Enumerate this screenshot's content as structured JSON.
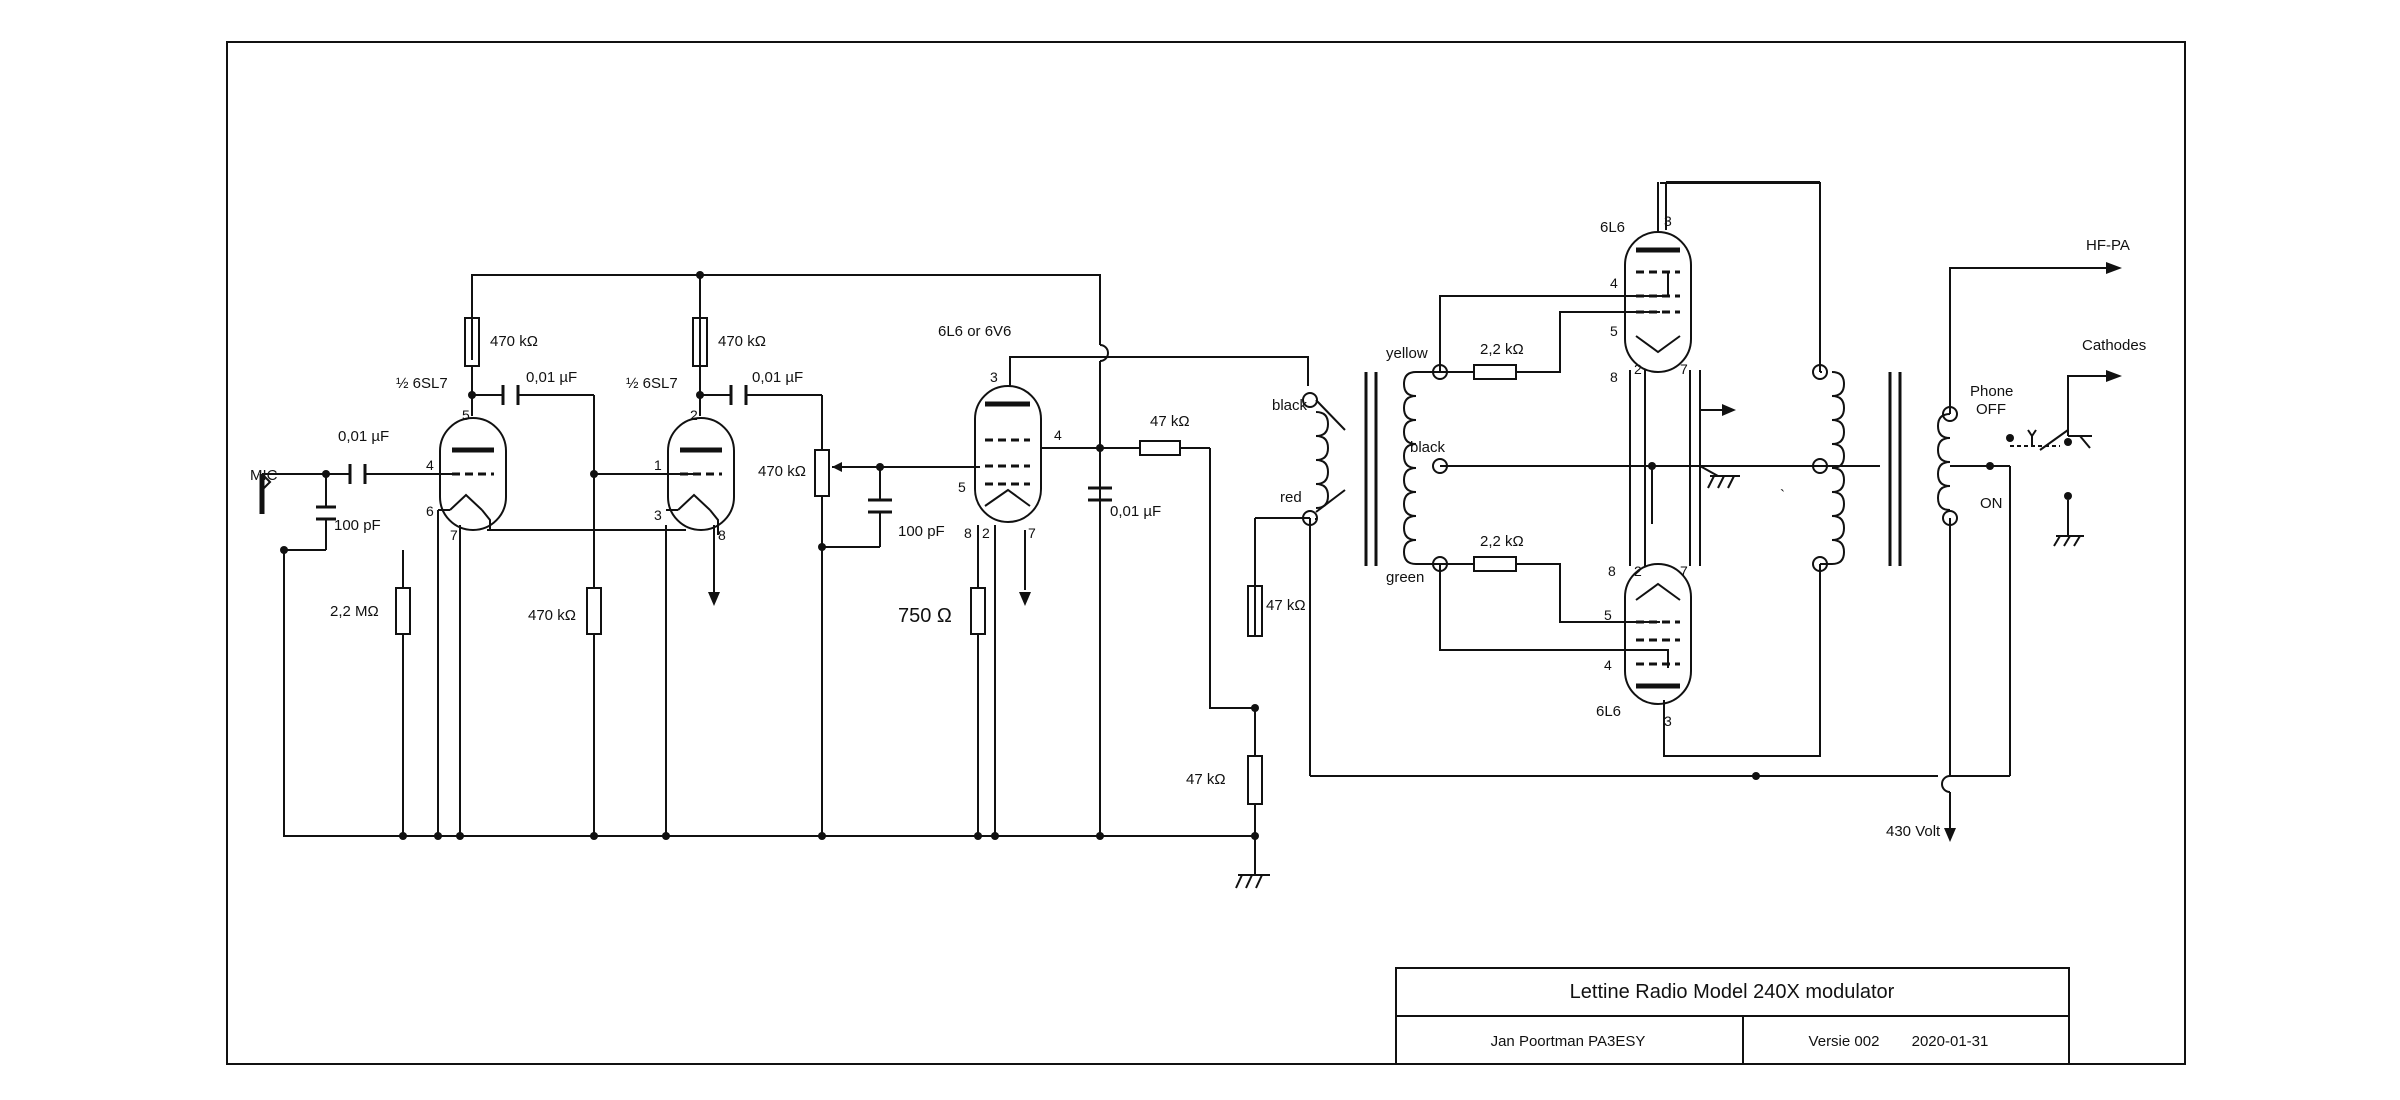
{
  "title_block": {
    "title": "Lettine Radio Model 240X modulator",
    "author": "Jan Poortman PA3ESY",
    "version": "Versie 002",
    "date": "2020-01-31"
  },
  "labels": {
    "mic": "MIC",
    "c_mic_series": "0,01 µF",
    "c_mic_shunt": "100 pF",
    "r_grid1": "2,2 MΩ",
    "r_plate1": "470 kΩ",
    "r_plate2": "470 kΩ",
    "r_grid2": "470 kΩ",
    "c_couple1": "0,01 µF",
    "c_couple2": "0,01 µF",
    "tube1": "½ 6SL7",
    "tube2": "½ 6SL7",
    "pot": "470 kΩ",
    "c_pot": "100 pF",
    "tube3": "6L6 or 6V6",
    "r_cathode3": "750 Ω",
    "r_fb": "47 kΩ",
    "c_plate3": "0,01 µF",
    "r_div1": "47 kΩ",
    "r_div2": "47 kΩ",
    "wire_black_top": "black",
    "wire_red": "red",
    "wire_yellow": "yellow",
    "wire_black_mid": "black",
    "wire_green": "green",
    "r_g2_top": "2,2 kΩ",
    "r_g2_bot": "2,2 kΩ",
    "tube_top": "6L6",
    "tube_bot": "6L6",
    "hf_pa": "HF-PA",
    "cathodes": "Cathodes",
    "phone_off": "Phone\nOFF",
    "on": "ON",
    "supply": "430 Volt",
    "backtick": "`"
  },
  "pins": {
    "t1": [
      "5",
      "4",
      "6",
      "7"
    ],
    "t2": [
      "2",
      "1",
      "3",
      "8"
    ],
    "t3": [
      "3",
      "4",
      "5",
      "8",
      "2",
      "7"
    ],
    "top": [
      "3",
      "4",
      "5",
      "8",
      "2",
      "7"
    ],
    "bot": [
      "8",
      "2",
      "7",
      "5",
      "4",
      "3"
    ]
  }
}
